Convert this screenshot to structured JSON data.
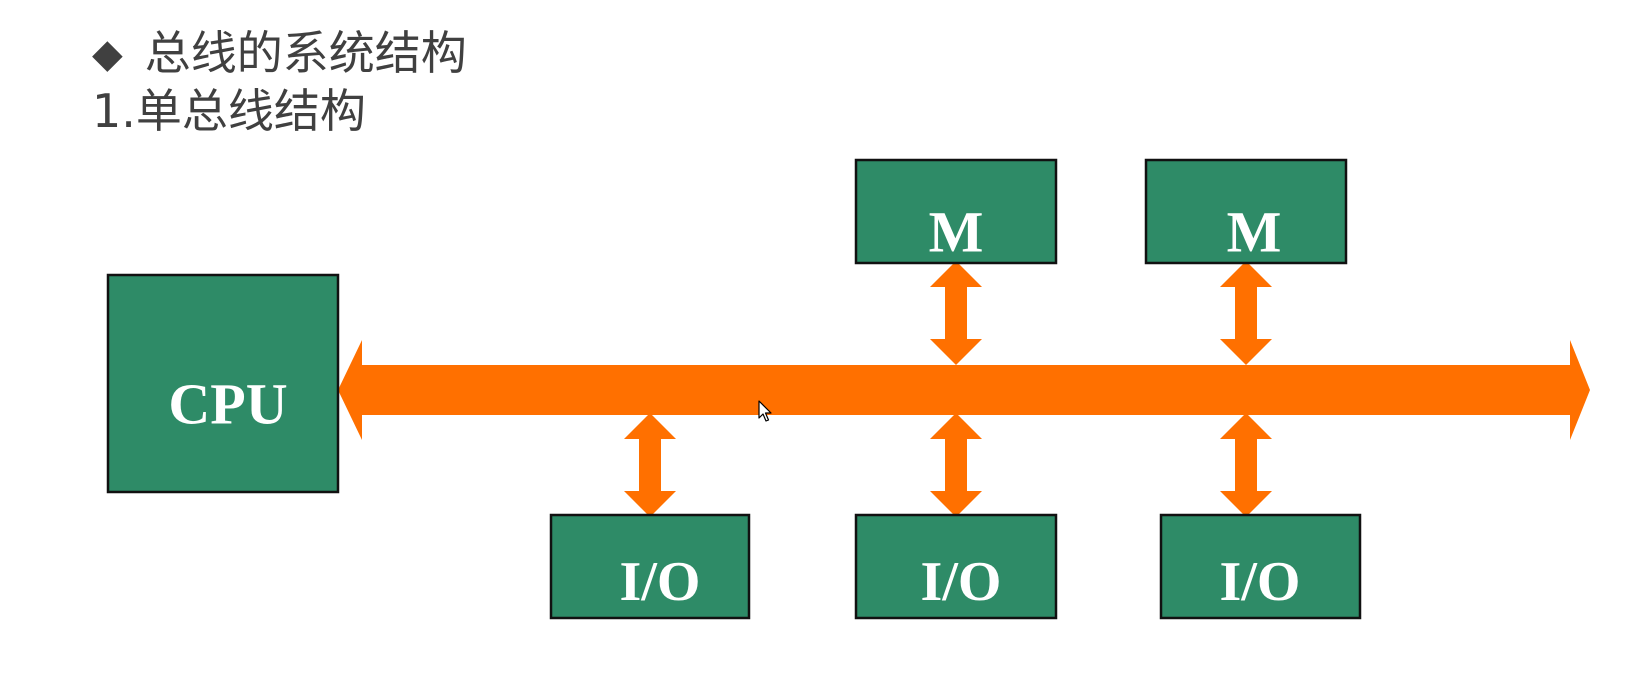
{
  "heading": {
    "bullet_icon": "diamond-icon",
    "title": "总线的系统结构",
    "subtitle": "1.单总线结构"
  },
  "colors": {
    "node_fill": "#2e8b67",
    "node_border": "#111111",
    "bus": "#ff7000",
    "label": "#ffffff",
    "heading_text": "#404040"
  },
  "nodes": {
    "cpu": {
      "label": "CPU"
    },
    "memory": [
      {
        "label": "M"
      },
      {
        "label": "M"
      }
    ],
    "io": [
      {
        "label": "I/O"
      },
      {
        "label": "I/O"
      },
      {
        "label": "I/O"
      }
    ]
  }
}
